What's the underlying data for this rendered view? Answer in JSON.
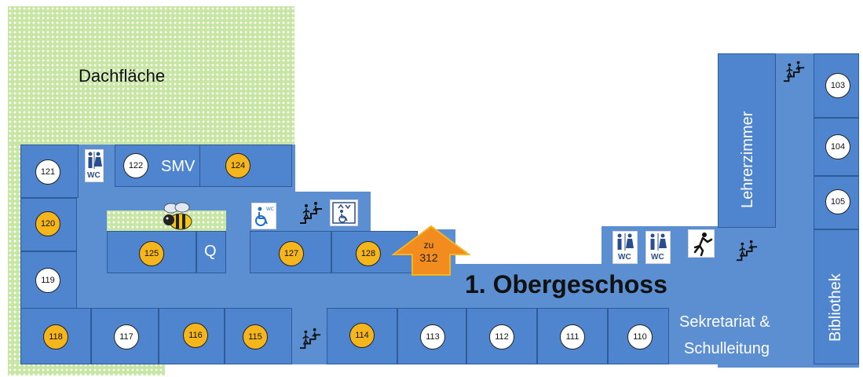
{
  "floor_title": "1. Obergeschoss",
  "roof_label": "Dachfläche",
  "arrow_label": "zu\n312",
  "arrow_line1": "zu",
  "arrow_line2": "312",
  "rooms": {
    "r121": "121",
    "r122": "122",
    "r124": "124",
    "r120": "120",
    "r119": "119",
    "r125": "125",
    "r127": "127",
    "r128": "128",
    "r118": "118",
    "r117": "117",
    "r116": "116",
    "r115": "115",
    "r114": "114",
    "r113": "113",
    "r112": "112",
    "r111": "111",
    "r110": "110",
    "r103": "103",
    "r104": "104",
    "r105": "105"
  },
  "labels": {
    "smv": "SMV",
    "q": "Q",
    "lehrerzimmer": "Lehrerzimmer",
    "bibliothek": "Bibliothek",
    "sekretariat_line1": "Sekretariat &",
    "sekretariat_line2": "Schulleitung"
  },
  "icon_labels": {
    "wc": "WC"
  },
  "icons": [
    "wc-icon",
    "accessible-wc-icon",
    "stairs-icon",
    "elevator-icon",
    "emergency-exit-icon",
    "bee-icon"
  ],
  "colors": {
    "room_blue": "#4f85cf",
    "corridor_blue": "#5b8fd2",
    "highlight_gold": "#f5b51c",
    "arrow_orange": "#f28c1e",
    "roof_green": "#c7e6a3"
  }
}
